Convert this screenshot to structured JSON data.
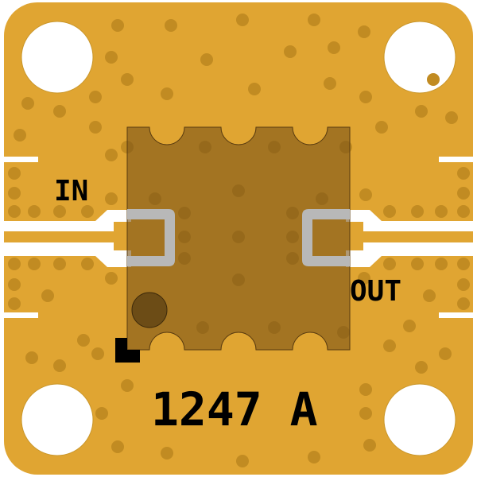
{
  "labels": {
    "input": "IN",
    "output": "OUT",
    "part_number": "1247 A"
  },
  "colors": {
    "board": "#e0a532",
    "via": "#c18b22",
    "chip_overlay": "#7a5418",
    "pad_outline": "#b8b8b8",
    "background": "#ffffff",
    "marker": "#000000"
  }
}
